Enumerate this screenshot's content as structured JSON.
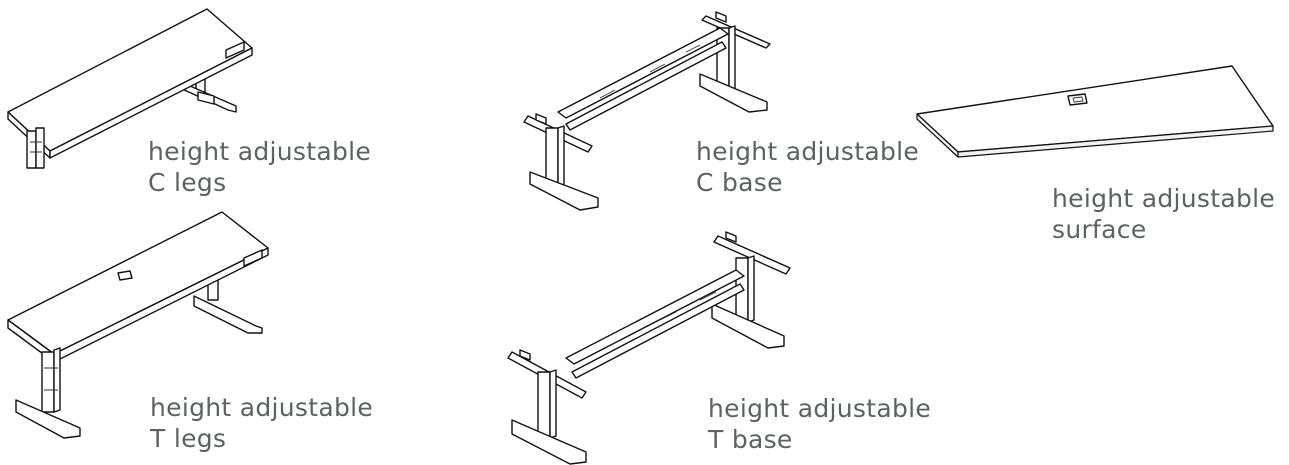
{
  "items": [
    {
      "line1": "height adjustable",
      "line2": "C legs"
    },
    {
      "line1": "height adjustable",
      "line2": "C base"
    },
    {
      "line1": "height adjustable",
      "line2": "surface"
    },
    {
      "line1": "height adjustable",
      "line2": "T legs"
    },
    {
      "line1": "height adjustable",
      "line2": "T base"
    }
  ],
  "colors": {
    "label_text": "#5d6164",
    "line_art": "#111111",
    "background": "#ffffff"
  }
}
